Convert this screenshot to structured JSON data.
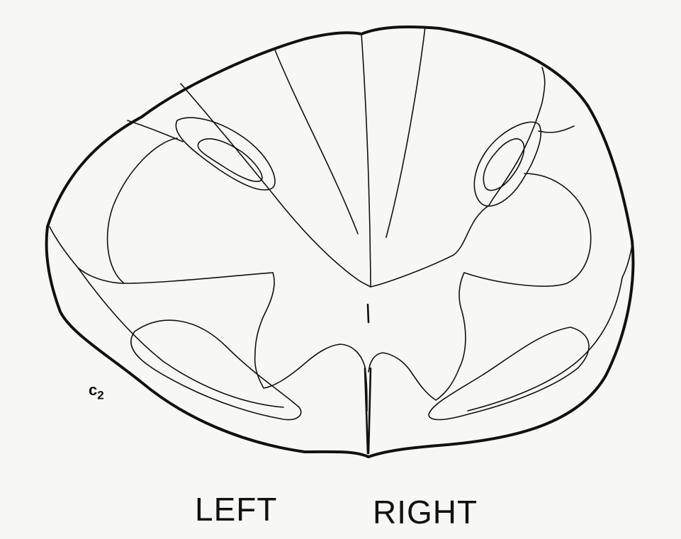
{
  "level_label": {
    "letter": "c",
    "subscript": "2"
  },
  "side_labels": {
    "left": "LEFT",
    "right": "RIGHT"
  },
  "colors": {
    "line": "#111111",
    "background": "#f7f7f5"
  }
}
